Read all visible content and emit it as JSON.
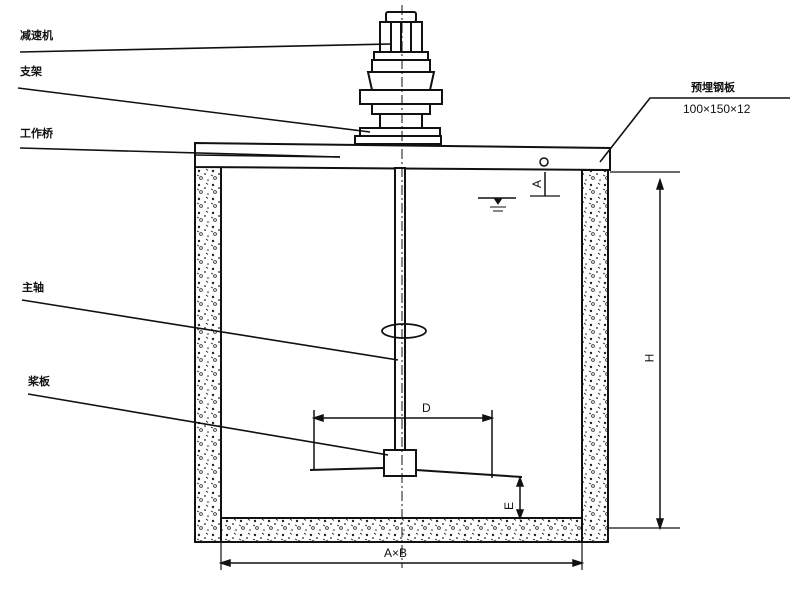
{
  "labels": {
    "reducer": "减速机",
    "bracket": "支架",
    "work_bridge": "工作桥",
    "embedded_plate": "预埋钢板",
    "embedded_plate_size": "100×150×12",
    "shaft": "主轴",
    "paddle": "桨板"
  },
  "dimensions": {
    "depth_total": "H",
    "impeller_diameter": "D",
    "top_clearance": "A",
    "bottom_clearance": "E",
    "tank_size": "A×B"
  },
  "colors": {
    "ink": "#111111",
    "concrete": "#222222"
  }
}
